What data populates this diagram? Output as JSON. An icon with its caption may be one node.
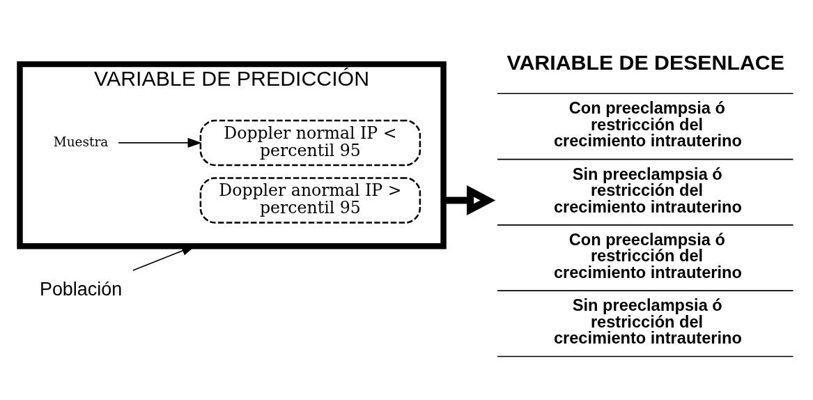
{
  "diagram": {
    "nodes": [
      {
        "text": [
          "VARIABLE DE PREDICCIÓN"
        ]
      },
      {
        "text": [
          "Doppler anormal IP > percentil 95"
        ],
        "in": 0
      },
      {
        "text": [
          "Doppler normal IP < percentil 95"
        ],
        "in": 0
      },
      {
        "text": [
          "Muestra"
        ],
        "in": 0
      },
      {
        "text": [
          "Población"
        ]
      },
      {
        "text": [
          "VARIABLE DE DESENLACE",
          "Con preeclampsia ó restricción del crecimiento intrauterino",
          "Sin preeclampsia ó restricción del crecimiento intrauterino",
          "Con preeclampsia ó restricción del crecimiento intrauterino",
          "Sin preeclampsia ó restricción del crecimiento intrauterino"
        ]
      }
    ],
    "edges": [
      {
        "from": 4,
        "to": 0,
        "arrow": "to"
      },
      {
        "from": 3,
        "to": 2,
        "arrow": "to"
      },
      {
        "from": 0,
        "to": 5,
        "arrow": "to",
        "style": "thick"
      }
    ]
  }
}
